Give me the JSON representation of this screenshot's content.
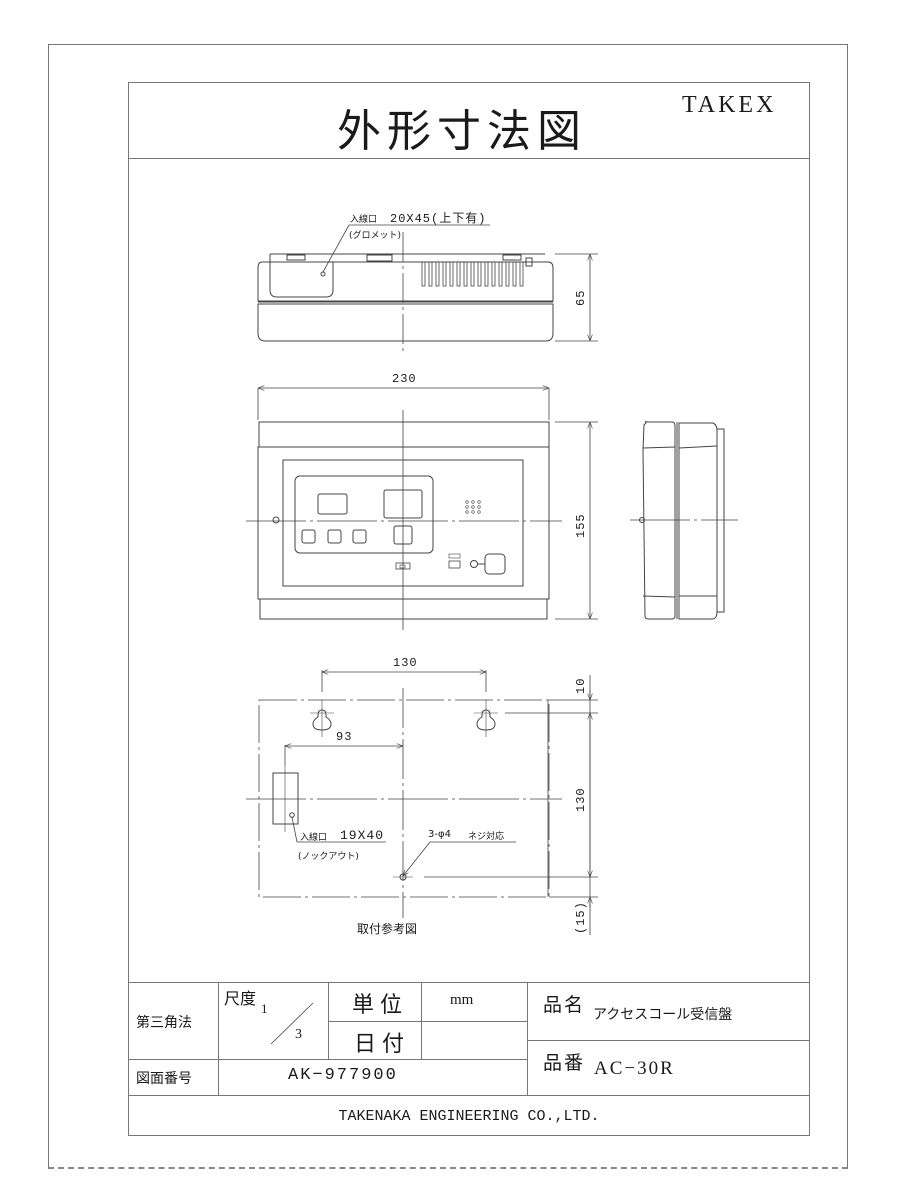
{
  "header": {
    "title": "外形寸法図",
    "brand": "TAKEX"
  },
  "views": {
    "top_view": {
      "callout_label": "入線口",
      "callout_value": "20X45(上下有)",
      "callout_sub": "(グロメット)",
      "height_dim": "65"
    },
    "front_view": {
      "width_dim": "230",
      "height_dim": "155"
    },
    "side_view": {},
    "mounting_view": {
      "hole_pitch_dim": "130",
      "offset_dim": "93",
      "top_margin_dim": "10",
      "vertical_pitch_dim": "130",
      "bottom_margin_dim": "(15)",
      "entry_label": "入線口",
      "entry_value": "19X40",
      "entry_sub": "(ノックアウト)",
      "screw_label": "3-φ4",
      "screw_note": "ネジ対応",
      "caption": "取付参考図"
    }
  },
  "title_block": {
    "projection": "第三角法",
    "scale_label": "尺度",
    "scale_num": "1",
    "scale_den": "3",
    "unit_label": "単位",
    "unit_value": "mm",
    "date_label": "日付",
    "date_value": "",
    "drawing_no_label": "図面番号",
    "drawing_no": "AK−977900",
    "product_name_label": "品名",
    "product_name": "アクセスコール受信盤",
    "product_no_label": "品番",
    "product_no": "AC−30R",
    "company": "TAKENAKA ENGINEERING CO.,LTD."
  }
}
